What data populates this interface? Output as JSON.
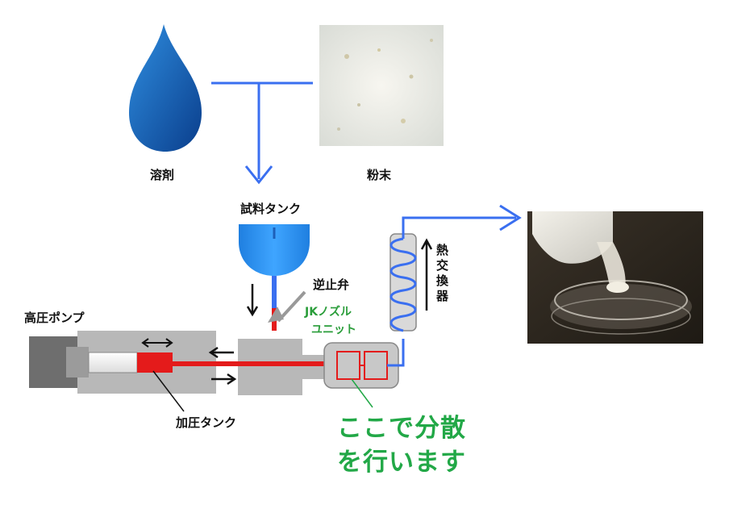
{
  "labels": {
    "solvent": "溶剤",
    "powder": "粉末",
    "sample_tank": "試料タンク",
    "check_valve": "逆止弁",
    "high_pressure_pump": "高圧ポンプ",
    "nozzle_unit_line1": "JKノズル",
    "nozzle_unit_line2": "ユニット",
    "heat_exchanger": "熱交換器",
    "pressure_tank": "加圧タンク",
    "dispersion_line1": "ここで分散",
    "dispersion_line2": "を行います"
  },
  "colors": {
    "blue_line": "#3a6ff0",
    "red_line": "#e41b1b",
    "green_text": "#22a847",
    "gray_body": "#b8b8b8"
  }
}
